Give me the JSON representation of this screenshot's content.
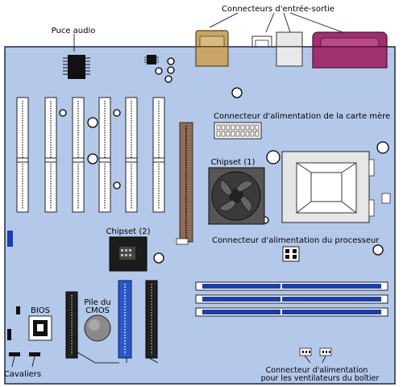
{
  "labels": {
    "io_connectors": "Connecteurs d'entrée-sortie",
    "audio_chip": "Puce audio",
    "motherboard_power": "Connecteur d'alimentation de la carte mère",
    "chipset1": "Chipset (1)",
    "chipset2": "Chipset (2)",
    "cpu_power": "Connecteur d'alimentation du processeur",
    "bios": "BIOS",
    "cmos_battery_line1": "Pile du",
    "cmos_battery_line2": "CMOS",
    "jumpers": "Cavaliers",
    "fan_power_line1": "Connecteur d'alimentation",
    "fan_power_line2": "pour les ventilateurs du boîtier"
  },
  "colors": {
    "board": "#b4c8ea",
    "board_outline": "#1e2b44",
    "pci_slot": "#ffffff",
    "agp_slot": "#8f6a55",
    "ram_slot": "#1d3ea8",
    "ide_blue": "#2a58c8",
    "ide_black": "#202020",
    "parallel_port": "#c7a566",
    "serial_port": "#a0306f",
    "cpu_socket": "#e6e6e6"
  }
}
